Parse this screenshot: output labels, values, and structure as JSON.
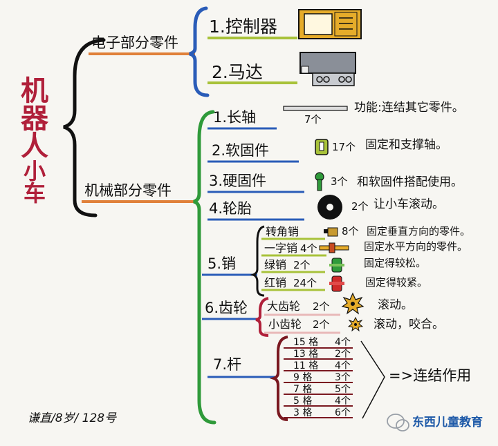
{
  "title": {
    "chars": [
      "机",
      "器",
      "人",
      "小",
      "车"
    ]
  },
  "branches": {
    "electronic": {
      "label": "电子部分零件",
      "items": [
        {
          "label": "1.控制器"
        },
        {
          "label": "2.马达"
        }
      ]
    },
    "mechanical": {
      "label": "机械部分零件",
      "items": [
        {
          "label": "1.长轴",
          "count": "7个",
          "note": "功能:连结其它零件。"
        },
        {
          "label": "2.软固件",
          "count": "17个",
          "note": "固定和支撑轴。"
        },
        {
          "label": "3.硬固件",
          "count": "3个",
          "note": "和软固件搭配使用。"
        },
        {
          "label": "4.轮胎",
          "count": "2个",
          "note": "让小车滚动。"
        },
        {
          "label": "5.销",
          "subs": [
            {
              "label": "转角销",
              "count": "8个",
              "note": "固定垂直方向的零件。"
            },
            {
              "label": "一字销",
              "count": "4个",
              "note": "固定水平方向的零件。"
            },
            {
              "label": "绿销",
              "count": "2个",
              "note": "固定得较松。"
            },
            {
              "label": "红销",
              "count": "24个",
              "note": "固定得较紧。"
            }
          ]
        },
        {
          "label": "6.齿轮",
          "subs": [
            {
              "label": "大齿轮",
              "count": "2个",
              "note": "滚动。"
            },
            {
              "label": "小齿轮",
              "count": "2个",
              "note": "滚动，咬合。"
            }
          ]
        },
        {
          "label": "7.杆",
          "rods": [
            {
              "label": "15 格",
              "count": "4个"
            },
            {
              "label": "13 格",
              "count": "2个"
            },
            {
              "label": "11 格",
              "count": "4个"
            },
            {
              "label": "9 格",
              "count": "3个"
            },
            {
              "label": "7 格",
              "count": "5个"
            },
            {
              "label": "5 格",
              "count": "4个"
            },
            {
              "label": "3 格",
              "count": "6个"
            }
          ],
          "note": "=>连结作用"
        }
      ]
    }
  },
  "signature": "谦直/8岁/ 128号",
  "watermark": "东西儿童教育",
  "colors": {
    "title": "#b0203a",
    "orange": "#e0803a",
    "blue": "#2a5cb8",
    "green": "#2f9a3a",
    "yellowgreen": "#a8c23a",
    "darkred": "#7a1820",
    "wm": "#1f5aa8"
  }
}
